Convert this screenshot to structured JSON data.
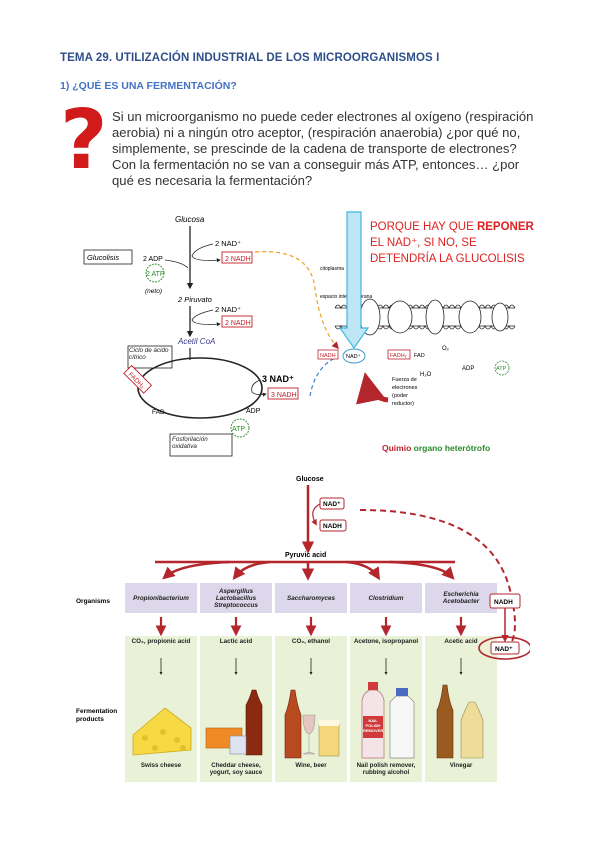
{
  "document": {
    "title": "TEMA 29. UTILIZACIÓN INDUSTRIAL DE LOS MICROORGANISMOS I",
    "section": "1)     ¿QUÉ ES UNA FERMENTACIÓN?",
    "question_mark": "?",
    "intro": "Si un microorganismo no puede ceder electrones al oxígeno (respiración aerobia) ni a ningún otro aceptor, (respiración anaerobia) ¿por qué no, simplemente, se prescinde de la cadena de transporte de electrones? Con la fermentación no se van a conseguir más ATP, entonces… ¿por qué es necesaria la fermentación?"
  },
  "diagram1": {
    "glucosa": "Glucosa",
    "glucolisis": "Glucolisis",
    "adp2": "2 ADP",
    "atp2": "2 ATP",
    "neto": "(neto)",
    "nad_plus_2a": "2 NAD⁺",
    "nadh_2a": "2 NADH",
    "piruvato": "2 Piruvato",
    "nad_plus_2b": "2 NAD⁺",
    "nadh_2b": "2 NADH",
    "acetil": "Acetil CoA",
    "ciclo": "Ciclo de ácido cítrico",
    "fadh2": "FADH₂",
    "fad": "FAD",
    "nad3": "3 NAD⁺",
    "nadh3": "3 NADH",
    "adp": "ADP",
    "atp": "ATP",
    "fosfo": "Fosforilación oxidativa",
    "reponer_line1": "PORQUE HAY QUE ",
    "reponer_word": "REPONER",
    "reponer_line2": "EL NAD⁺, SI NO, SE",
    "reponer_line3": "DETENDRÍA LA GLUCOLISIS",
    "membrane_top": "citoplasma",
    "membrane_mid": "espacio intermembrana",
    "nadh_mem": "NADH",
    "nad_mem": "NAD⁺",
    "fadh2_mem": "FADH₂",
    "fad_mem": "FAD",
    "o2": "O₂",
    "h2o": "H₂O",
    "adp_mem": "ADP",
    "atp_mem": "ATP",
    "fuerza_line1": "Fuerza de",
    "fuerza_line2": "electrones",
    "fuerza_line3": "(poder",
    "fuerza_line4": "reductor)",
    "quimio_red": "Quimio",
    "quimio_green": "organo heterótrofo"
  },
  "diagram2": {
    "glucose": "Glucose",
    "nad_plus": "NAD⁺",
    "nadh": "NADH",
    "pyruvic": "Pyruvic acid",
    "organisms_label": "Organisms",
    "fermentation_label": "Fermentation",
    "products_label": "products",
    "nadh_side": "NADH",
    "nad_side": "NAD⁺",
    "columns": [
      {
        "org": "Propionibacterium",
        "product": "CO₂, propionic acid",
        "food": "Swiss cheese"
      },
      {
        "org": "Aspergillus Lactobacillus Streptococcus",
        "product": "Lactic acid",
        "food": "Cheddar cheese, yogurt, soy sauce"
      },
      {
        "org": "Saccharomyces",
        "product": "CO₂, ethanol",
        "food": "Wine, beer"
      },
      {
        "org": "Clostridium",
        "product": "Acetone, isopropanol",
        "food": "Nail polish remover, rubbing alcohol"
      },
      {
        "org": "Escherichia Acetobacter",
        "product": "Acetic acid",
        "food": "Vinegar"
      }
    ],
    "nail_bottle": "NAIL POLISH REMOVER"
  },
  "colors": {
    "title": "#2e4f8a",
    "subtitle": "#4472c4",
    "red": "#c0202a",
    "arrow_red": "#b3262c",
    "organism_bg": "#dcd7ea",
    "product_bg": "#e9f2d7",
    "cyan": "#3fb8e0",
    "green": "#2a8a2a"
  }
}
